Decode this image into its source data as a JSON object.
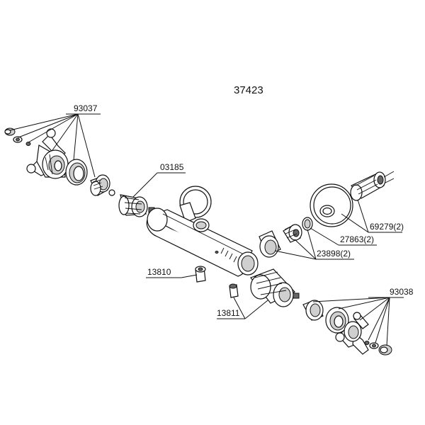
{
  "diagram": {
    "model_number": "37423",
    "part_labels": [
      "93037",
      "03185",
      "13810",
      "13811",
      "69279(2)",
      "27863(2)",
      "23898(2)",
      "93038"
    ],
    "colors": {
      "line": "#111111",
      "shade": "#cfcfcf",
      "dark_shade": "#666666",
      "background": "#ffffff"
    }
  }
}
